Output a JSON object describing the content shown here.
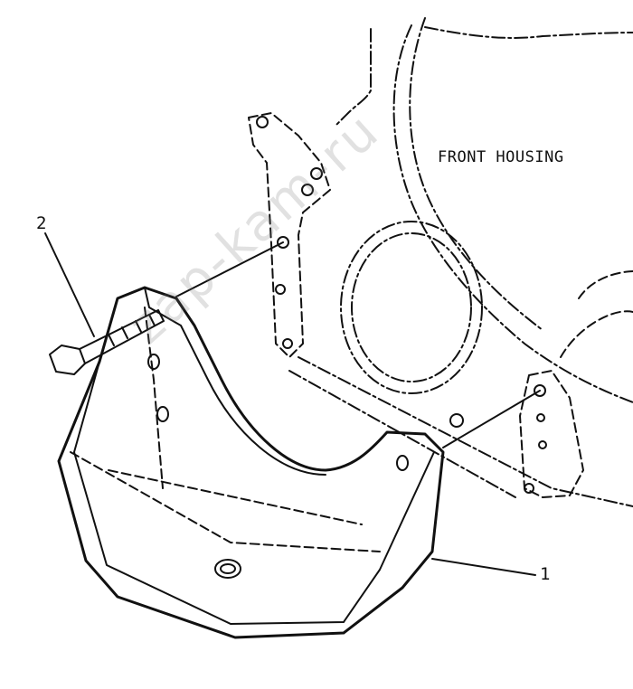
{
  "labels": {
    "front_housing": "FRONT HOUSING",
    "callout_1": "1",
    "callout_2": "2"
  },
  "watermark": "zap-kam-ru",
  "colors": {
    "ink": "#111111",
    "background": "#ffffff"
  }
}
